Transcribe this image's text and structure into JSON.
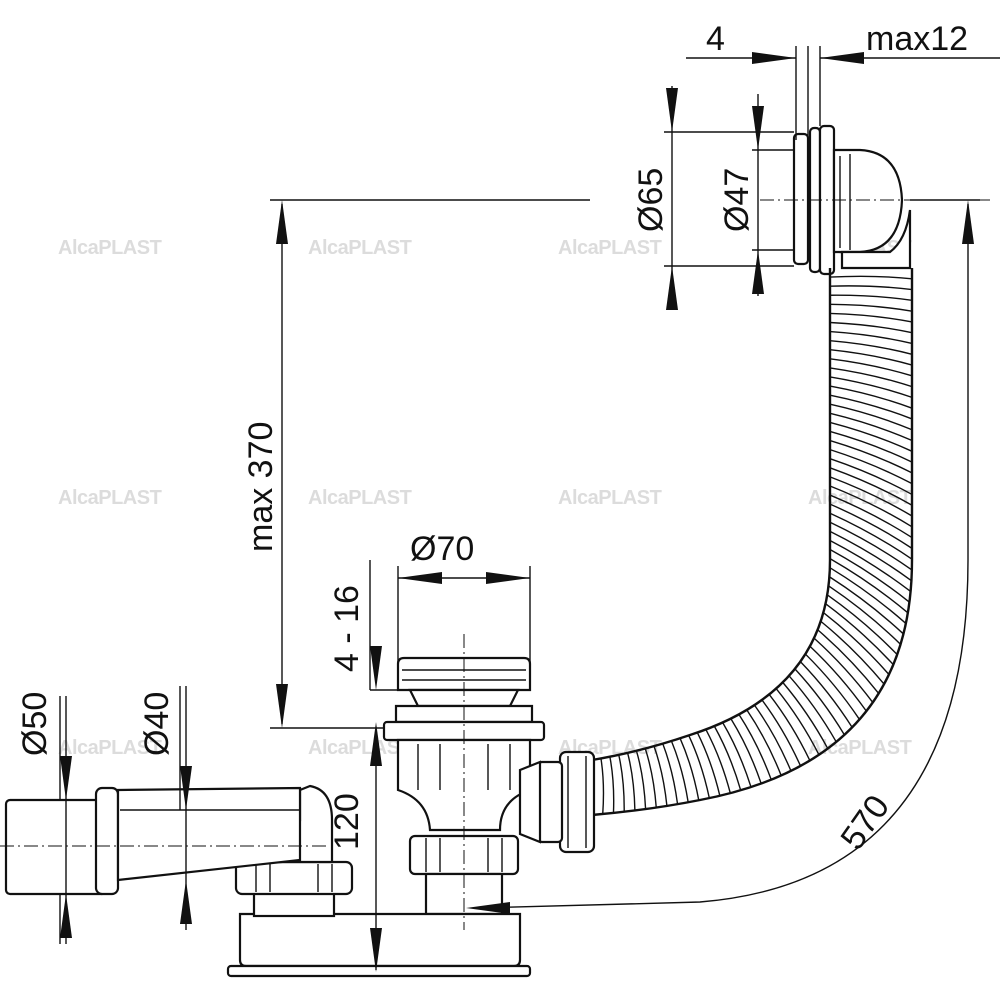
{
  "dimensions": {
    "flange_thickness": "4",
    "wall_max": "max12",
    "dia_outer_overflow": "Ø65",
    "dia_inner_overflow": "Ø47",
    "height_max": "max 370",
    "waste_dia": "Ø70",
    "adjust_range": "4 - 16",
    "base_height": "120",
    "outlet_dia_50": "Ø50",
    "outlet_dia_40": "Ø40",
    "hose_length": "570"
  },
  "watermark": {
    "brand": "AlcaPLAST"
  },
  "colors": {
    "line": "#111111",
    "watermark": "#dcdcdc",
    "background": "#ffffff"
  }
}
